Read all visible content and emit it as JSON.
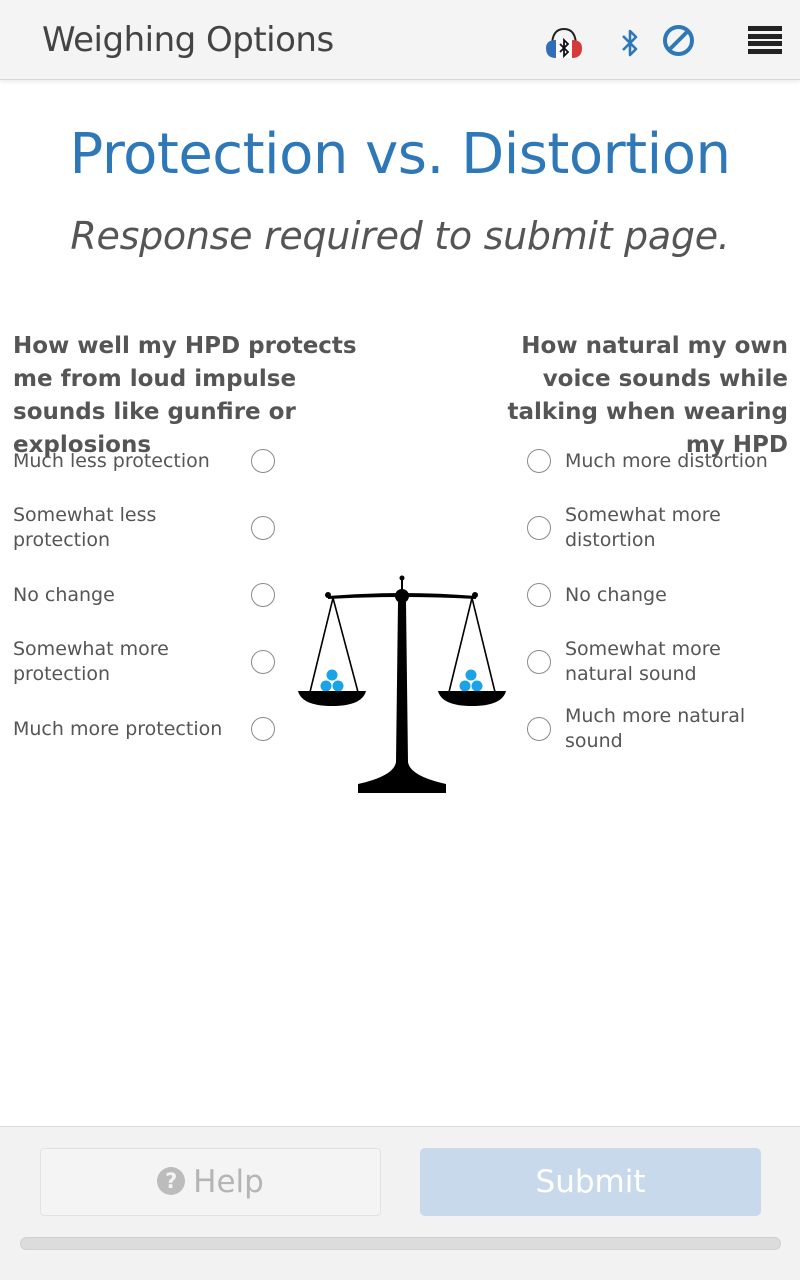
{
  "header": {
    "title": "Weighing Options",
    "icons": [
      "headphones-bluetooth-icon",
      "bluetooth-icon",
      "no-entry-icon",
      "menu-icon"
    ],
    "accent": "#2f78b8"
  },
  "main": {
    "title": "Protection vs. Distortion",
    "subtitle": "Response required to submit page."
  },
  "left": {
    "question": "How well my HPD protects me from loud impulse sounds like gunfire or explosions",
    "options": [
      "Much less protection",
      "Somewhat less protection",
      "No change",
      "Somewhat more protection",
      "Much more protection"
    ]
  },
  "right": {
    "question": "How natural my own voice sounds while talking when wearing my HPD",
    "options": [
      "Much more distortion",
      "Somewhat more distortion",
      "No change",
      "Somewhat more natural sound",
      "Much more natural sound"
    ]
  },
  "scale_graphic": {
    "icon": "balance-scale-icon",
    "weight_color": "#1aa3e6"
  },
  "footer": {
    "help_label": "Help",
    "submit_label": "Submit",
    "progress": 0
  }
}
